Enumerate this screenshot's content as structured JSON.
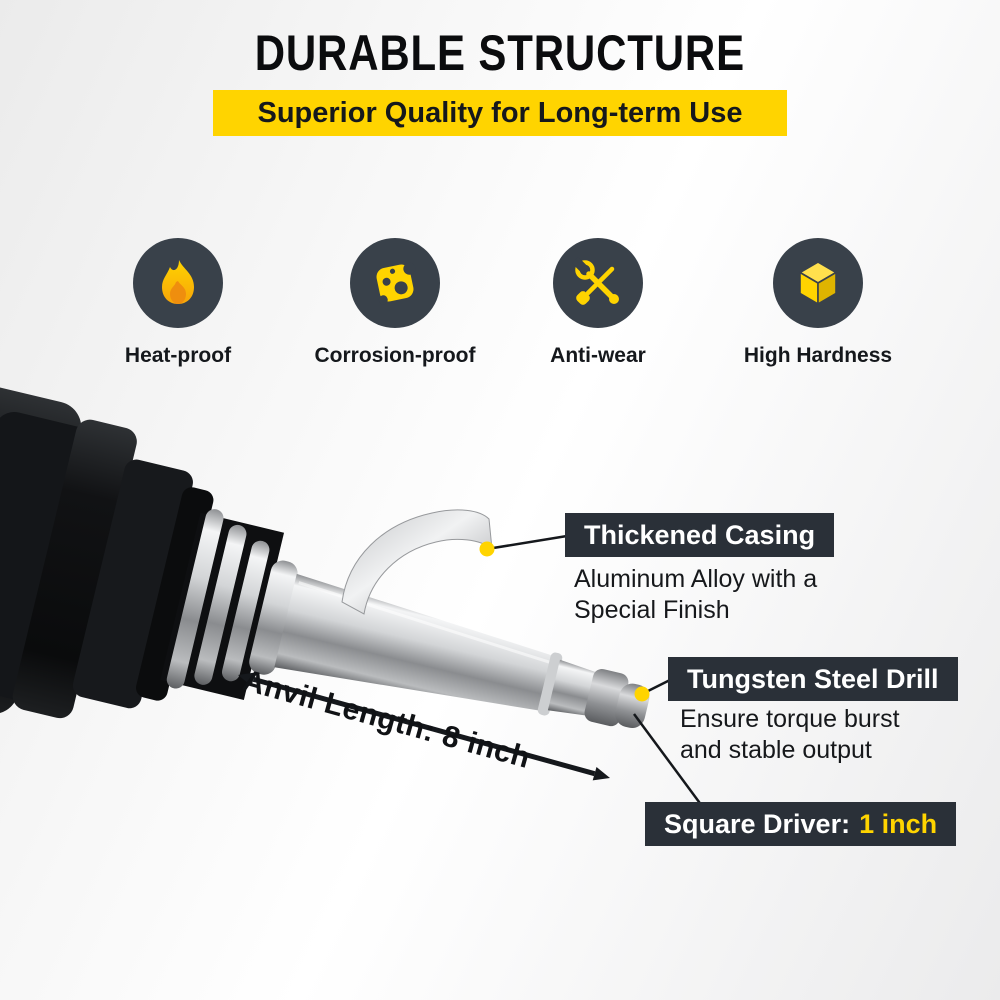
{
  "header": {
    "title": "DURABLE STRUCTURE",
    "banner": "Superior Quality for Long-term Use"
  },
  "features": [
    {
      "label": "Heat-proof",
      "icon": "flame-icon"
    },
    {
      "label": "Corrosion-proof",
      "icon": "corrosion-icon"
    },
    {
      "label": "Anti-wear",
      "icon": "wrench-screwdriver-icon"
    },
    {
      "label": "High Hardness",
      "icon": "cube-icon"
    }
  ],
  "callouts": {
    "casing_title": "Thickened Casing",
    "casing_desc": "Aluminum Alloy with a\nSpecial Finish",
    "drill_title": "Tungsten Steel Drill",
    "drill_desc": "Ensure torque burst\nand stable output",
    "driver_label": "Square Driver:",
    "driver_value": "1 inch",
    "anvil_label": "Anvil Length: 8 inch"
  },
  "colors": {
    "accent_yellow": "#FFD400",
    "panel_dark": "#2A3038",
    "icon_circle": "#39414A"
  }
}
